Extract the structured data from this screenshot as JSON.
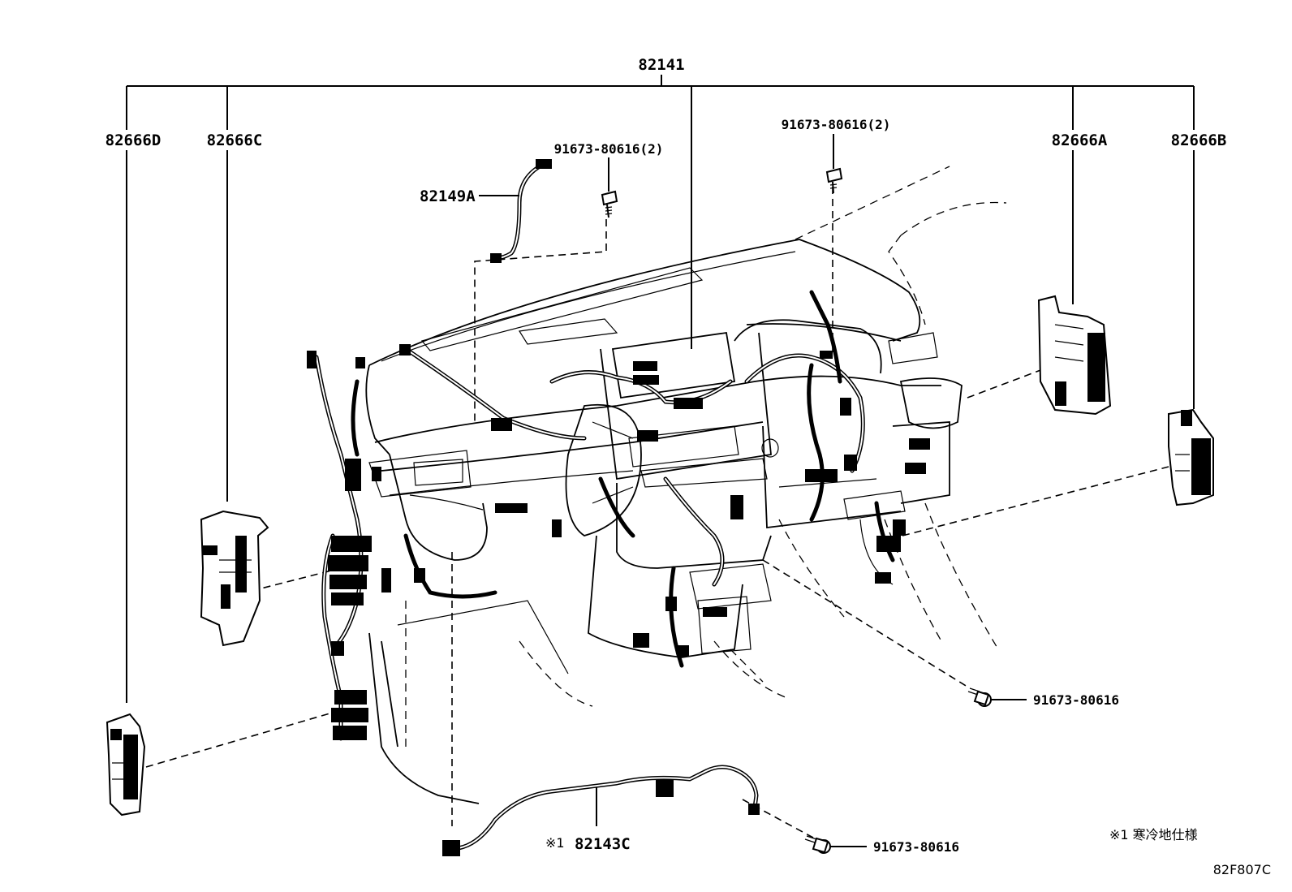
{
  "labels": {
    "main_harness": "82141",
    "bracket_d": "82666D",
    "bracket_c": "82666C",
    "bracket_a": "82666A",
    "bracket_b": "82666B",
    "sub_harness_a": "82149A",
    "bolt_top_left": "91673-80616(2)",
    "bolt_top_right": "91673-80616(2)",
    "bolt_right": "91673-80616",
    "bolt_bottom": "91673-80616",
    "sub_harness_c": "82143C",
    "sub_harness_c_prefix": "※1",
    "footnote": "※1 寒冷地仕様",
    "drawing_code": "82F807C"
  }
}
